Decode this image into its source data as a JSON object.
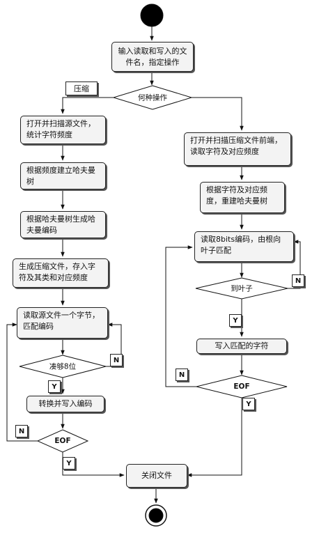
{
  "nodes": {
    "input": "输入读取和写入的文件名，指定操作",
    "decision_op": "何种操作",
    "compress_label": "压缩",
    "c1": "打开并扫描源文件，统计字符频度",
    "c2": "根据频度建立哈夫曼树",
    "c3": "根据哈夫曼树生成哈夫曼编码",
    "c4": "生成压缩文件，存入字符及其类和对应频度",
    "c5": "读取源文件一个字节，匹配编码",
    "c_dec": "凑够8位",
    "c6": "转换并写入编码",
    "c_eof": "EOF",
    "close": "关闭文件",
    "d1": "打开并扫描压缩文件前端，读取字符及对应频度",
    "d2": "根据字符及对应频度，重建哈夫曼树",
    "d3": "读取8bits编码，由根向叶子匹配",
    "d_dec": "到叶子",
    "d4": "写入匹配的字符",
    "d_eof": "EOF"
  },
  "tags": {
    "y": "Y",
    "n": "N"
  }
}
